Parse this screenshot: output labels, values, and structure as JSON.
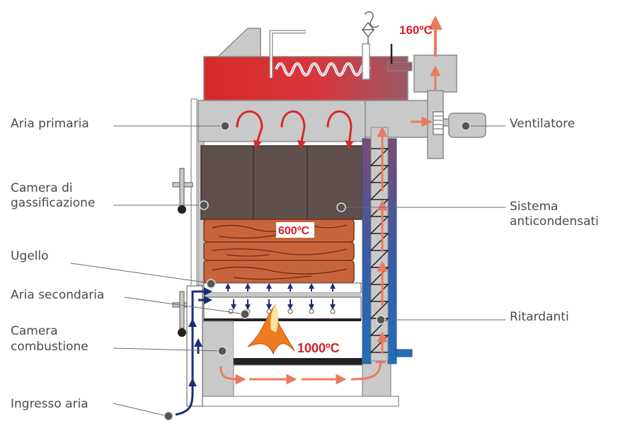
{
  "labels": {
    "aria_primaria": "Aria primaria",
    "camera_gassificazione_l1": "Camera di",
    "camera_gassificazione_l2": "gassificazione",
    "ugello": "Ugello",
    "aria_secondaria": "Aria secondaria",
    "camera_combustione_l1": "Camera",
    "camera_combustione_l2": "combustione",
    "ingresso_aria": "Ingresso aria",
    "ventilatore": "Ventilatore",
    "sistema_anticondensati_l1": "Sistema",
    "sistema_anticondensati_l2": "anticondensati",
    "ritardanti": "Ritardanti"
  },
  "temperatures": {
    "exhaust": "160ºC",
    "wood": "600ºC",
    "combustion": "1000ºC"
  },
  "colors": {
    "boiler_gray": "#c9c9c9",
    "chamber_brown": "#5f4f4d",
    "wood": "#c8643c",
    "hot_red": "#d62a2a",
    "flow_arrow": "#ea7a5e",
    "air_blue": "#1d2d7a",
    "pipe_blue": "#2a6fb3",
    "label_text": "#4a4a4a"
  }
}
